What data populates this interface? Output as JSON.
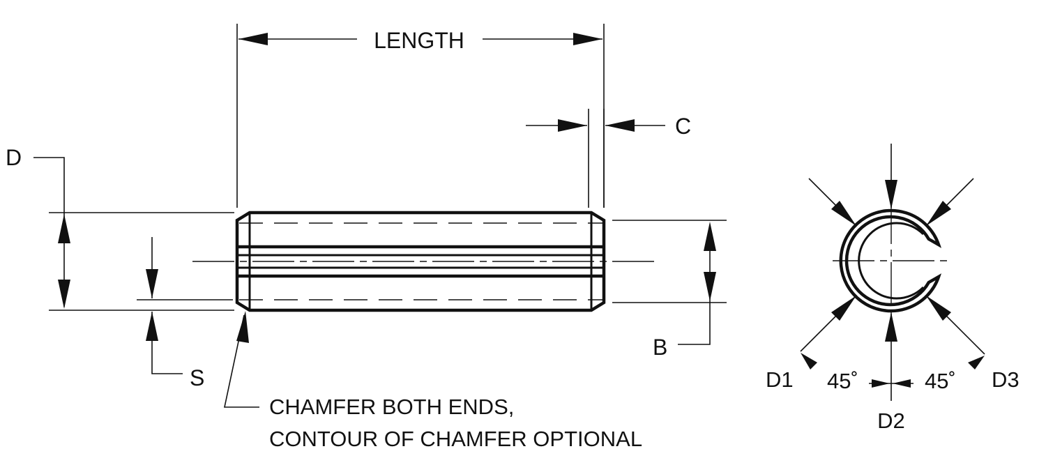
{
  "diagram": {
    "labels": {
      "length": "LENGTH",
      "c": "C",
      "d": "D",
      "b": "B",
      "s": "S",
      "note_line1": "CHAMFER BOTH ENDS,",
      "note_line2": "CONTOUR OF CHAMFER OPTIONAL",
      "d1": "D1",
      "d2": "D2",
      "d3": "D3",
      "angle_left": "45˚",
      "angle_right": "45˚"
    }
  }
}
